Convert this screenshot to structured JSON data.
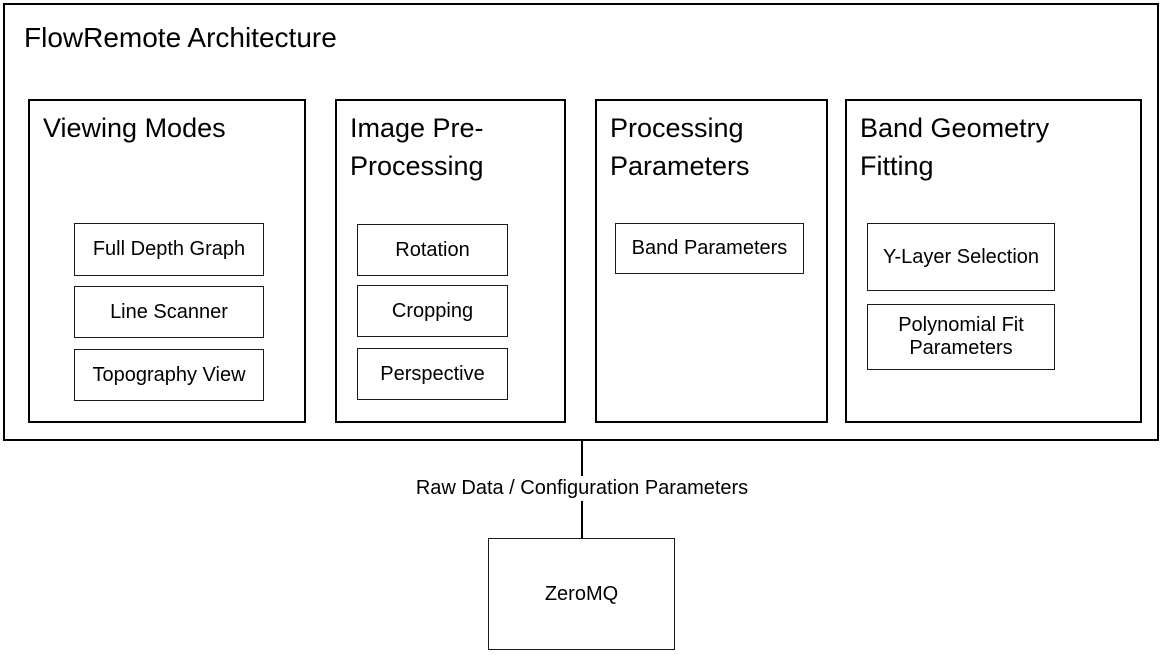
{
  "diagram": {
    "title": "FlowRemote Architecture",
    "panels": [
      {
        "title": "Viewing Modes",
        "items": [
          "Full Depth Graph",
          "Line Scanner",
          "Topography View"
        ]
      },
      {
        "title": "Image Pre-Processing",
        "items": [
          "Rotation",
          "Cropping",
          "Perspective"
        ]
      },
      {
        "title": "Processing Parameters",
        "items": [
          "Band Parameters"
        ]
      },
      {
        "title": "Band Geometry Fitting",
        "items": [
          "Y-Layer Selection",
          "Polynomial Fit Parameters"
        ]
      }
    ],
    "connector": {
      "label": "Raw Data / Configuration Parameters"
    },
    "external_node": {
      "label": "ZeroMQ"
    },
    "colors": {
      "border": "#000000",
      "background": "#ffffff",
      "text": "#000000"
    }
  }
}
